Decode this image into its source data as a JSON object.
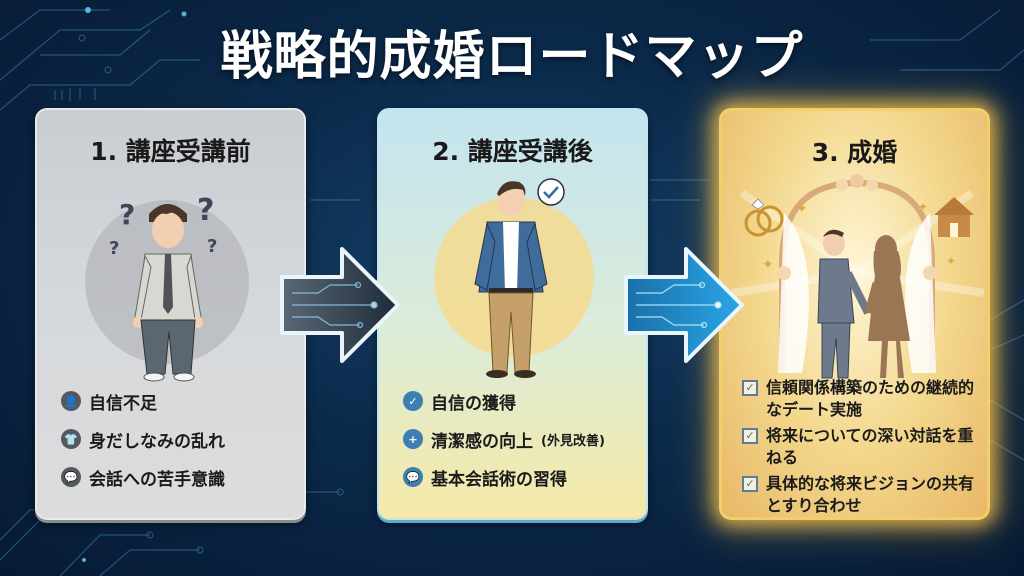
{
  "title": "戦略的成婚ロードマップ",
  "colors": {
    "background": "#0b2a4a",
    "card1_bg": "#d3d6d9",
    "card2_bg": "#d6ebe0",
    "card3_bg": "#f3d88e",
    "card3_glow": "#f3cf6a",
    "arrow1": "#2c3b4a",
    "arrow2": "#1e88c8"
  },
  "stages": [
    {
      "title": "1. 講座受講前",
      "illustration": "confused-man-with-question-marks",
      "items": [
        {
          "icon": "person-icon",
          "label": "自信不足"
        },
        {
          "icon": "shirt-icon",
          "label": "身だしなみの乱れ"
        },
        {
          "icon": "speech-bubble-icon",
          "label": "会話への苦手意識"
        }
      ]
    },
    {
      "title": "2. 講座受講後",
      "illustration": "confident-man-in-blazer",
      "items": [
        {
          "icon": "check-circle-icon",
          "label": "自信の獲得"
        },
        {
          "icon": "sparkle-icon",
          "label": "清潔感の向上",
          "note": "(外見改善)"
        },
        {
          "icon": "speech-bubble-icon",
          "label": "基本会話術の習得"
        }
      ]
    },
    {
      "title": "3. 成婚",
      "illustration": "wedding-couple-under-arch",
      "items": [
        {
          "icon": "checkbox-icon",
          "label": "信頼関係構築のための継続的なデート実施"
        },
        {
          "icon": "checkbox-icon",
          "label": "将来についての深い対話を重ねる"
        },
        {
          "icon": "checkbox-icon",
          "label": "具体的な将来ビジョンの共有とすり合わせ"
        }
      ]
    }
  ]
}
